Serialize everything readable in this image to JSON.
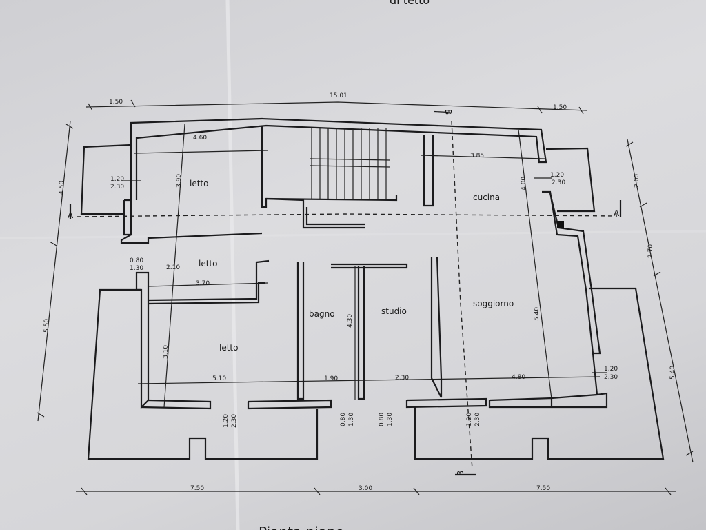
{
  "header_fragment": "di tetto",
  "footer_fragment": "Pianta piano",
  "rooms": {
    "bedroom_top": "letto",
    "bedroom_mid": "letto",
    "bedroom_bottom": "letto",
    "kitchen": "cucina",
    "bathroom": "bagno",
    "study": "studio",
    "living": "soggiorno"
  },
  "dimensions": {
    "top_left": "1.50",
    "top_total": "15.01",
    "top_right": "1.50",
    "bed1_width": "4.60",
    "bed1_depth": "3.90",
    "kitchen_width": "3.85",
    "kitchen_depth": "4.00",
    "bed2_depth": "2.10",
    "bed2_width": "3.70",
    "bath_depth": "4.30",
    "living_depth": "5.40",
    "bed3_depth": "3.10",
    "row_bed3": "5.10",
    "row_bath": "1.90",
    "row_study": "2.30",
    "row_living": "4.80",
    "bottom_left": "7.50",
    "bottom_mid": "3.00",
    "bottom_right": "7.50",
    "left_upper": "4.50",
    "left_lower": "5.50",
    "right_upper": "2.60",
    "right_mid": "2.70",
    "right_lower": "5.40"
  },
  "openings": {
    "win_a_1": "1.20",
    "win_a_2": "2.30",
    "win_b_1": "1.20",
    "win_b_2": "2.30",
    "win_c_1": "0.80",
    "win_c_2": "1.30",
    "win_d_1": "1.20",
    "win_d_2": "2.30",
    "win_e_1": "1.20",
    "win_e_2": "2.30",
    "win_f_1": "0.80",
    "win_f_2": "1.30",
    "win_g_1": "0.80",
    "win_g_2": "1.30",
    "win_h_1": "1.20",
    "win_h_2": "2.30"
  },
  "section_marks": {
    "a_left": "A",
    "a_right": "A",
    "b_top": "B",
    "b_bottom": "B"
  }
}
